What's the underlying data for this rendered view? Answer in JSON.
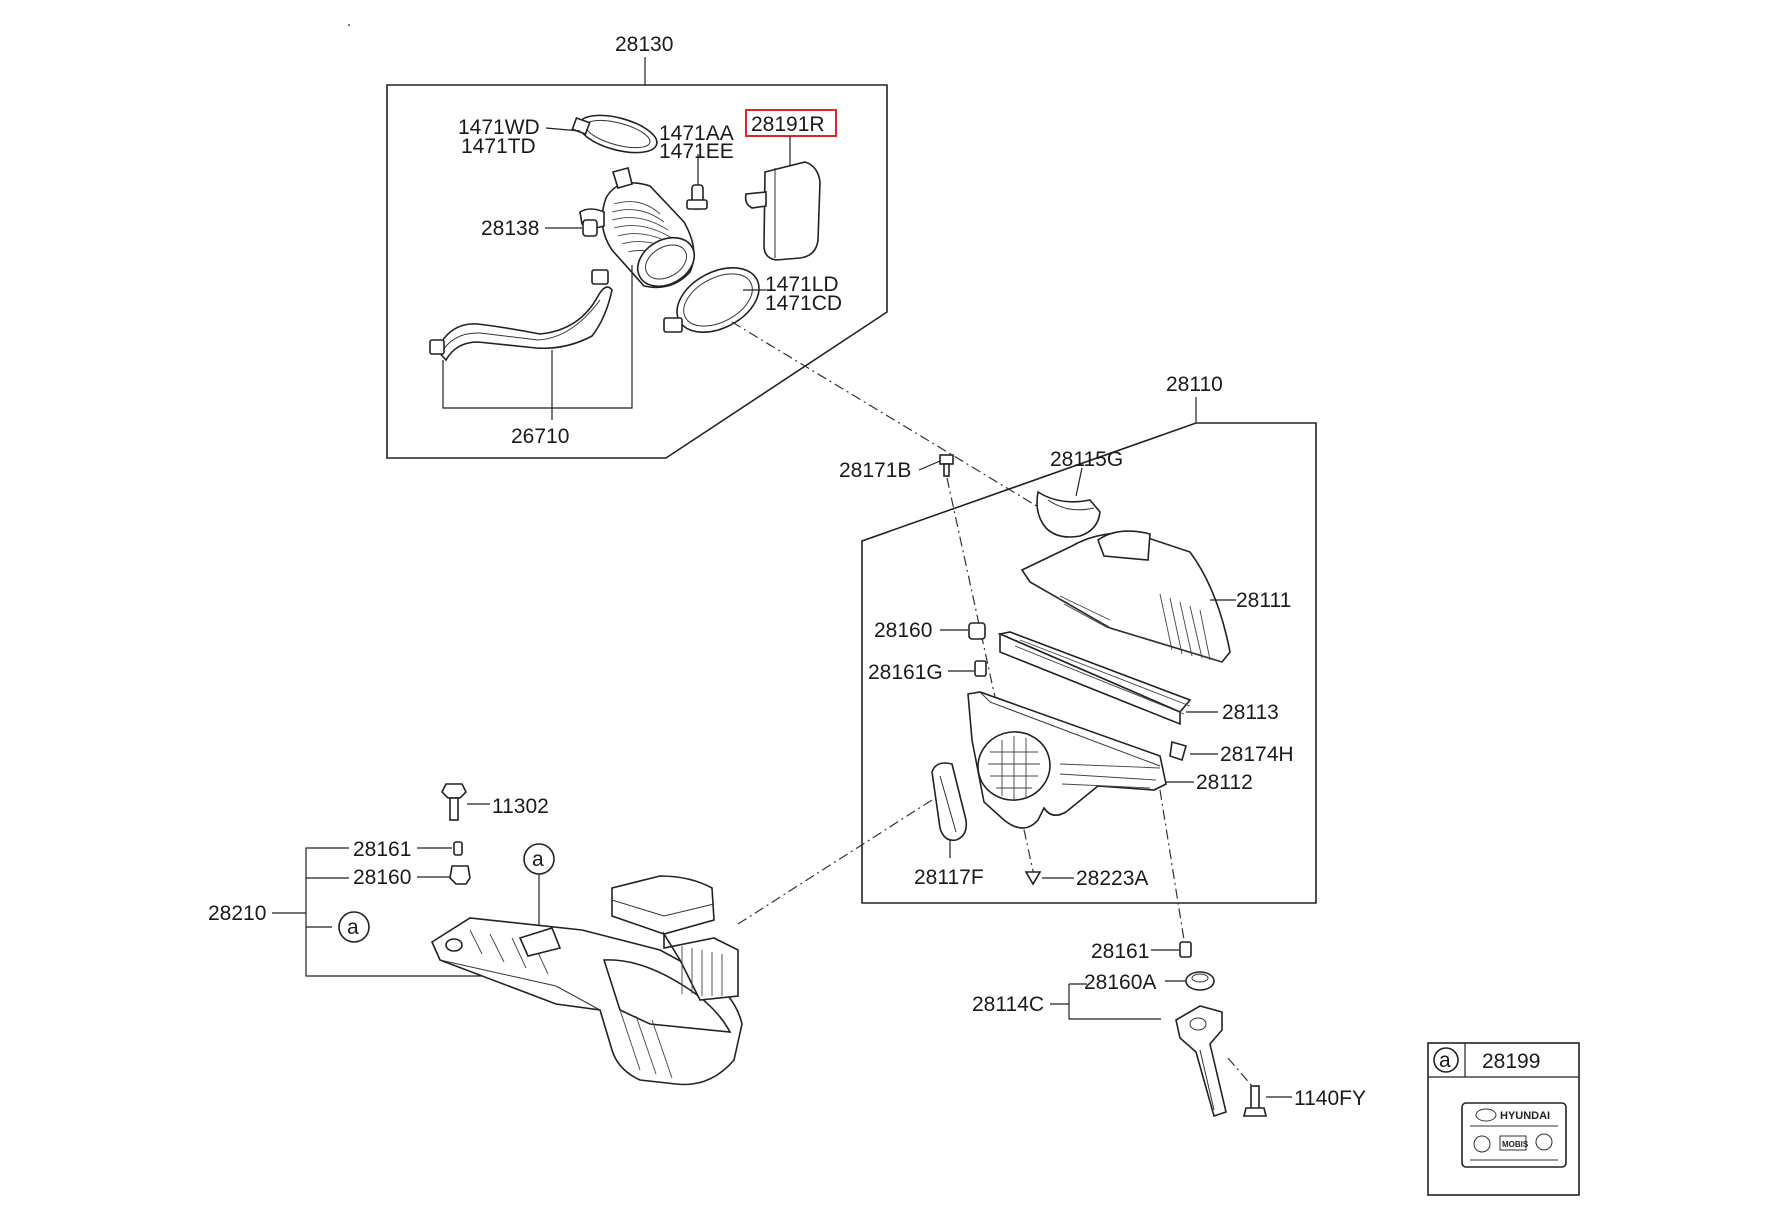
{
  "highlight_color": "#e0262b",
  "circle_marker": "a",
  "groups": {
    "intake_hose_group": "28130",
    "air_cleaner_group": "28110",
    "duct_group": "28210",
    "bracket_group": "28114C"
  },
  "parts": {
    "clamp_upper_a": "1471WD",
    "clamp_upper_b": "1471TD",
    "clip_a": "1471AA",
    "clip_b": "1471EE",
    "resonator": "28191R",
    "hose_fitting": "28138",
    "clamp_lower_a": "1471LD",
    "clamp_lower_b": "1471CD",
    "breather_hose": "26710",
    "bolt_top": "28171B",
    "seal_ring": "28115G",
    "upper_cover": "28111",
    "grommet_a": "28160",
    "collar_a": "28161G",
    "filter_element": "28113",
    "clip_c": "28174H",
    "lower_body": "28112",
    "duct_seal": "28117F",
    "screw": "28223A",
    "bolt_duct": "11302",
    "collar_duct": "28161",
    "grommet_duct": "28160",
    "collar_bracket": "28161",
    "grommet_bracket": "28160A",
    "bolt_bracket": "1140FY",
    "label": "28199"
  },
  "label_plate": {
    "brand": "HYUNDAI",
    "mark": "MOBIS"
  }
}
